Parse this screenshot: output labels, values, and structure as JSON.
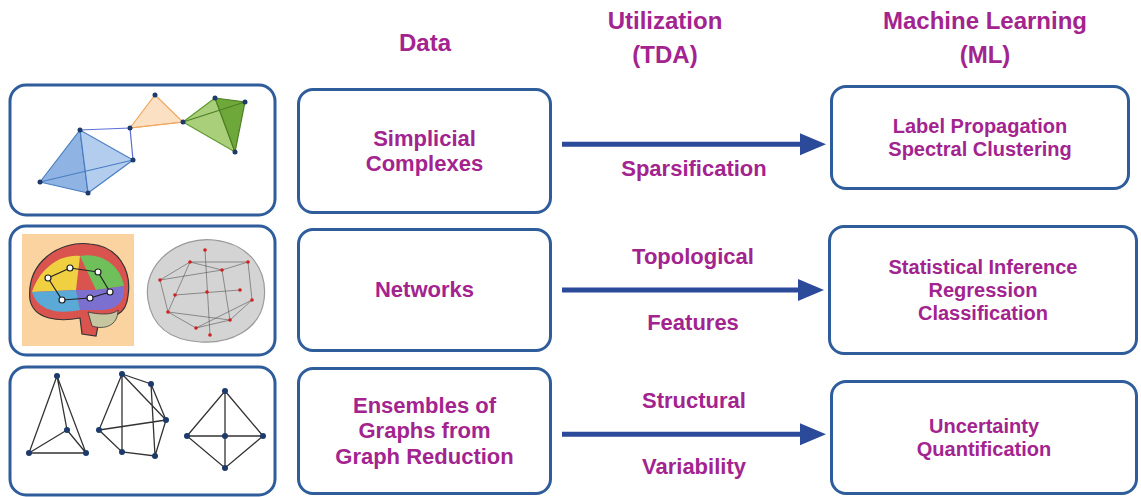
{
  "diagram": {
    "nodes": [
      {
        "text": [
          "Simplicial Complexes"
        ]
      },
      {
        "text": [
          "Networks"
        ]
      },
      {
        "text": [
          "Ensembles of Graphs from Graph Reduction"
        ]
      },
      {
        "text": [
          "Label Propagation Spectral Clustering"
        ]
      },
      {
        "text": [
          "Statistical Inference Regression Classification"
        ]
      },
      {
        "text": [
          "Uncertainty Quantification"
        ]
      }
    ],
    "edges": [
      {
        "from": 0,
        "to": 3,
        "label": "Sparsification",
        "arrow": "to"
      },
      {
        "from": 1,
        "to": 4,
        "label": "Topological Features",
        "arrow": "to"
      },
      {
        "from": 2,
        "to": 5,
        "label": "Structural Variability",
        "arrow": "to"
      }
    ],
    "labels": [
      "Data",
      "Utilization (TDA)",
      "Machine Learning (ML)"
    ]
  }
}
